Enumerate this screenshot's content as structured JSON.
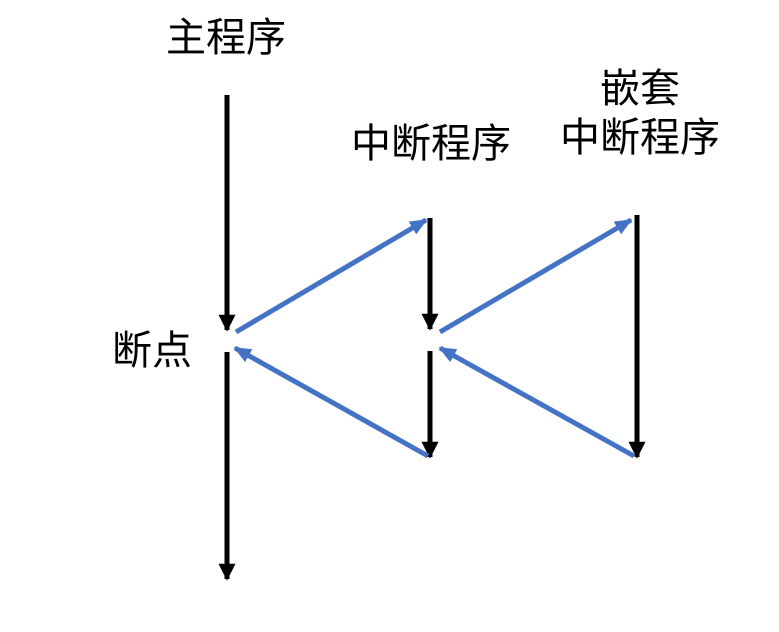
{
  "diagram": {
    "labels": {
      "main_program": "主程序",
      "breakpoint": "断点",
      "interrupt_routine": "中断程序",
      "nested_line1": "嵌套",
      "nested_line2": "中断程序"
    },
    "colors": {
      "program_line": "#000000",
      "transfer_arrow": "#4472C4",
      "background": "#FFFFFF",
      "text": "#000000"
    }
  }
}
